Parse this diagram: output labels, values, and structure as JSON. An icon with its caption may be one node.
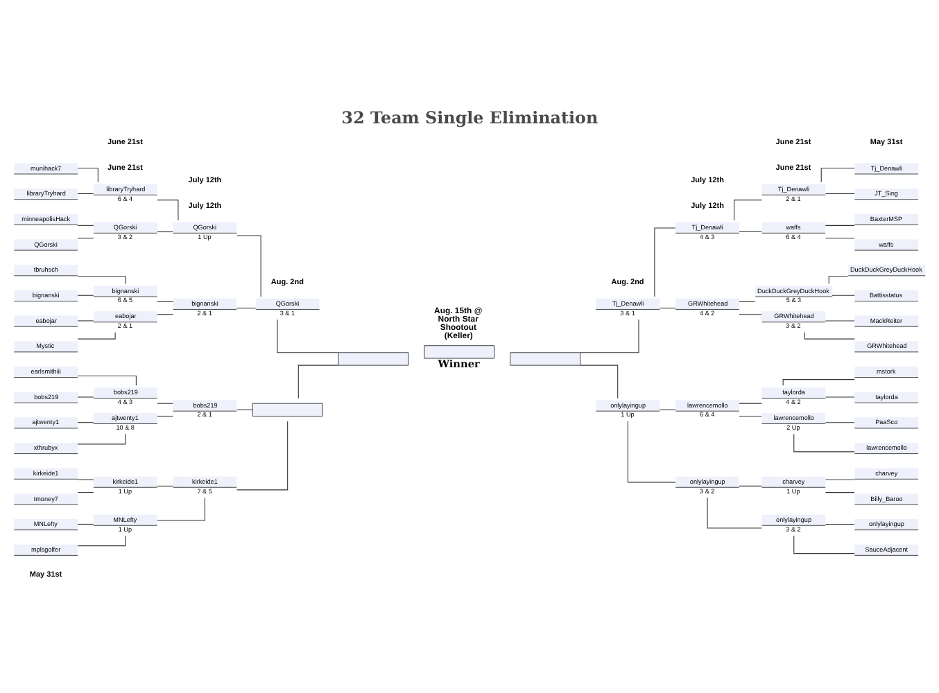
{
  "diagram": {
    "title": "32 Team Single Elimination",
    "nodes": [
      {
        "text": [
          "earlsmithiii"
        ]
      },
      {
        "text": [
          "bobs219"
        ]
      },
      {
        "text": [
          "ajtwenty1"
        ]
      },
      {
        "text": [
          "xthrubyx"
        ]
      },
      {
        "text": [
          "MNLefty"
        ]
      },
      {
        "text": [
          "mplsgolfer"
        ]
      },
      {
        "text": [
          "kirkeide1"
        ]
      },
      {
        "text": [
          "tmoney7"
        ]
      },
      {
        "text": [
          "munihack7"
        ]
      },
      {
        "text": [
          "libraryTryhard"
        ]
      },
      {
        "text": [
          "minneapolisHack"
        ]
      },
      {
        "text": [
          "QGorski"
        ]
      },
      {
        "text": [
          "tbruhsch"
        ]
      },
      {
        "text": [
          "bignanski"
        ]
      },
      {
        "text": [
          "eabojar"
        ]
      },
      {
        "text": [
          "Mystic"
        ]
      },
      {
        "text": [
          "bobs219"
        ],
        "beside": [
          "4 & 3"
        ]
      },
      {
        "text": [
          "ajtwenty1"
        ],
        "beside": [
          "10 & 8"
        ]
      },
      {
        "text": [
          "MNLefty"
        ],
        "beside": [
          "1 Up"
        ]
      },
      {
        "text": [
          "kirkeide1"
        ],
        "beside": [
          "1 Up"
        ]
      },
      {
        "text": [
          "libraryTryhard"
        ],
        "beside": [
          "6 & 4"
        ]
      },
      {
        "text": [
          "QGorski"
        ],
        "beside": [
          "3 & 2"
        ]
      },
      {
        "text": [
          "bignanski"
        ],
        "beside": [
          "6 & 5"
        ]
      },
      {
        "text": [
          "eabojar"
        ],
        "beside": [
          "2 & 1"
        ]
      },
      {
        "text": [
          "bobs219"
        ],
        "beside": [
          "2 & 1"
        ]
      },
      {
        "text": [
          "kirkeide1"
        ],
        "beside": [
          "7 & 5"
        ]
      },
      {
        "text": [
          "QGorski"
        ],
        "beside": [
          "1 Up"
        ]
      },
      {
        "text": [
          "bignanski"
        ],
        "beside": [
          "2 & 1"
        ]
      },
      {
        "text": [],
        "shape": "box"
      },
      {
        "text": [
          "QGorski"
        ],
        "beside": [
          "3 & 1"
        ]
      },
      {
        "text": [],
        "shape": "box"
      },
      {
        "text": [],
        "shape": "box",
        "beside": [
          "Winner"
        ]
      },
      {
        "text": [],
        "shape": "box"
      },
      {
        "text": [
          "Tj_Denawli"
        ],
        "beside": [
          "3 & 1"
        ]
      },
      {
        "text": [
          "onlylayingup"
        ],
        "beside": [
          "1 Up"
        ]
      },
      {
        "text": [
          "Tj_Denawli"
        ],
        "beside": [
          "4 & 3"
        ]
      },
      {
        "text": [
          "GRWhitehead"
        ],
        "beside": [
          "4 & 2"
        ]
      },
      {
        "text": [
          "lawrencemollo"
        ],
        "beside": [
          "6 & 4"
        ]
      },
      {
        "text": [
          "onlylayingup"
        ],
        "beside": [
          "3 & 2"
        ]
      },
      {
        "text": [
          "Tj_Denawli"
        ],
        "beside": [
          "2 & 1"
        ]
      },
      {
        "text": [
          "waffs"
        ],
        "beside": [
          "6 & 4"
        ]
      },
      {
        "text": [
          "DuckDuckGreyDuckHook"
        ],
        "beside": [
          "5 & 3"
        ]
      },
      {
        "text": [
          "GRWhitehead"
        ],
        "beside": [
          "3 & 2"
        ]
      },
      {
        "text": [
          "taylorda"
        ],
        "beside": [
          "4 & 2"
        ]
      },
      {
        "text": [
          "lawrencemollo"
        ],
        "beside": [
          "2 Up"
        ]
      },
      {
        "text": [
          "charvey"
        ],
        "beside": [
          "1 Up"
        ]
      },
      {
        "text": [
          "onlylayingup"
        ],
        "beside": [
          "3 & 2"
        ]
      },
      {
        "text": [
          "Tj_Denawli"
        ]
      },
      {
        "text": [
          "JT_Sing"
        ]
      },
      {
        "text": [
          "BaxterMSP"
        ]
      },
      {
        "text": [
          "waffs"
        ]
      },
      {
        "text": [
          "DuckDuckGreyDuckHook"
        ]
      },
      {
        "text": [
          "Battisstatus"
        ]
      },
      {
        "text": [
          "MackReiter"
        ]
      },
      {
        "text": [
          "GRWhitehead"
        ]
      },
      {
        "text": [
          "mstork"
        ]
      },
      {
        "text": [
          "taylorda"
        ]
      },
      {
        "text": [
          "PaaSco"
        ]
      },
      {
        "text": [
          "lawrencemollo"
        ]
      },
      {
        "text": [
          "charvey"
        ]
      },
      {
        "text": [
          "Billy_Baroo"
        ]
      },
      {
        "text": [
          "onlylayingup"
        ]
      },
      {
        "text": [
          "SauceAdjacent"
        ]
      }
    ],
    "edges": [
      {
        "from": 0,
        "to": 16,
        "arrow": "none"
      },
      {
        "from": 1,
        "to": 16,
        "arrow": "none"
      },
      {
        "from": 2,
        "to": 17,
        "arrow": "none"
      },
      {
        "from": 3,
        "to": 17,
        "arrow": "none"
      },
      {
        "from": 4,
        "to": 18,
        "arrow": "none"
      },
      {
        "from": 5,
        "to": 18,
        "arrow": "none"
      },
      {
        "from": 6,
        "to": 19,
        "arrow": "none"
      },
      {
        "from": 7,
        "to": 19,
        "arrow": "none"
      },
      {
        "from": 8,
        "to": 20,
        "arrow": "none"
      },
      {
        "from": 9,
        "to": 20,
        "arrow": "none"
      },
      {
        "from": 10,
        "to": 21,
        "arrow": "none"
      },
      {
        "from": 11,
        "to": 21,
        "arrow": "none"
      },
      {
        "from": 12,
        "to": 22,
        "arrow": "none"
      },
      {
        "from": 13,
        "to": 22,
        "arrow": "none"
      },
      {
        "from": 14,
        "to": 23,
        "arrow": "none"
      },
      {
        "from": 15,
        "to": 23,
        "arrow": "none"
      },
      {
        "from": 16,
        "to": 24,
        "arrow": "none"
      },
      {
        "from": 17,
        "to": 24,
        "arrow": "none"
      },
      {
        "from": 18,
        "to": 25,
        "arrow": "none"
      },
      {
        "from": 19,
        "to": 25,
        "arrow": "none"
      },
      {
        "from": 20,
        "to": 26,
        "arrow": "none"
      },
      {
        "from": 21,
        "to": 26,
        "arrow": "none"
      },
      {
        "from": 22,
        "to": 27,
        "arrow": "none"
      },
      {
        "from": 23,
        "to": 27,
        "arrow": "none"
      },
      {
        "from": 24,
        "to": 28,
        "arrow": "none"
      },
      {
        "from": 25,
        "to": 28,
        "arrow": "none"
      },
      {
        "from": 26,
        "to": 29,
        "arrow": "none"
      },
      {
        "from": 27,
        "to": 29,
        "arrow": "none"
      },
      {
        "from": 28,
        "to": 30,
        "arrow": "none"
      },
      {
        "from": 29,
        "to": 30,
        "arrow": "none"
      },
      {
        "from": 33,
        "to": 32,
        "arrow": "none"
      },
      {
        "from": 34,
        "to": 32,
        "arrow": "none"
      },
      {
        "from": 35,
        "to": 33,
        "arrow": "none"
      },
      {
        "from": 36,
        "to": 33,
        "arrow": "none"
      },
      {
        "from": 37,
        "to": 34,
        "arrow": "none"
      },
      {
        "from": 38,
        "to": 34,
        "arrow": "none"
      },
      {
        "from": 39,
        "to": 35,
        "arrow": "none"
      },
      {
        "from": 40,
        "to": 35,
        "arrow": "none"
      },
      {
        "from": 41,
        "to": 36,
        "arrow": "none"
      },
      {
        "from": 42,
        "to": 36,
        "arrow": "none"
      },
      {
        "from": 43,
        "to": 37,
        "arrow": "none"
      },
      {
        "from": 44,
        "to": 37,
        "arrow": "none"
      },
      {
        "from": 45,
        "to": 38,
        "arrow": "none"
      },
      {
        "from": 46,
        "to": 38,
        "arrow": "none"
      },
      {
        "from": 47,
        "to": 39,
        "arrow": "none"
      },
      {
        "from": 48,
        "to": 39,
        "arrow": "none"
      },
      {
        "from": 49,
        "to": 40,
        "arrow": "none"
      },
      {
        "from": 50,
        "to": 40,
        "arrow": "none"
      },
      {
        "from": 51,
        "to": 41,
        "arrow": "none"
      },
      {
        "from": 52,
        "to": 41,
        "arrow": "none"
      },
      {
        "from": 53,
        "to": 42,
        "arrow": "none"
      },
      {
        "from": 54,
        "to": 42,
        "arrow": "none"
      },
      {
        "from": 55,
        "to": 43,
        "arrow": "none"
      },
      {
        "from": 56,
        "to": 43,
        "arrow": "none"
      },
      {
        "from": 57,
        "to": 44,
        "arrow": "none"
      },
      {
        "from": 58,
        "to": 44,
        "arrow": "none"
      },
      {
        "from": 59,
        "to": 45,
        "arrow": "none"
      },
      {
        "from": 60,
        "to": 45,
        "arrow": "none"
      },
      {
        "from": 61,
        "to": 46,
        "arrow": "none"
      },
      {
        "from": 62,
        "to": 46,
        "arrow": "none"
      }
    ],
    "labels": [
      "May 31st",
      "May 31st",
      "June 21st",
      "June 21st",
      "July 12th",
      "July 12th",
      "Aug. 2nd",
      "Aug. 2nd",
      "June 21st",
      "June 21st",
      "July 12th",
      "July 12th",
      "Aug. 15th @ North Star Shootout (Keller)"
    ]
  }
}
